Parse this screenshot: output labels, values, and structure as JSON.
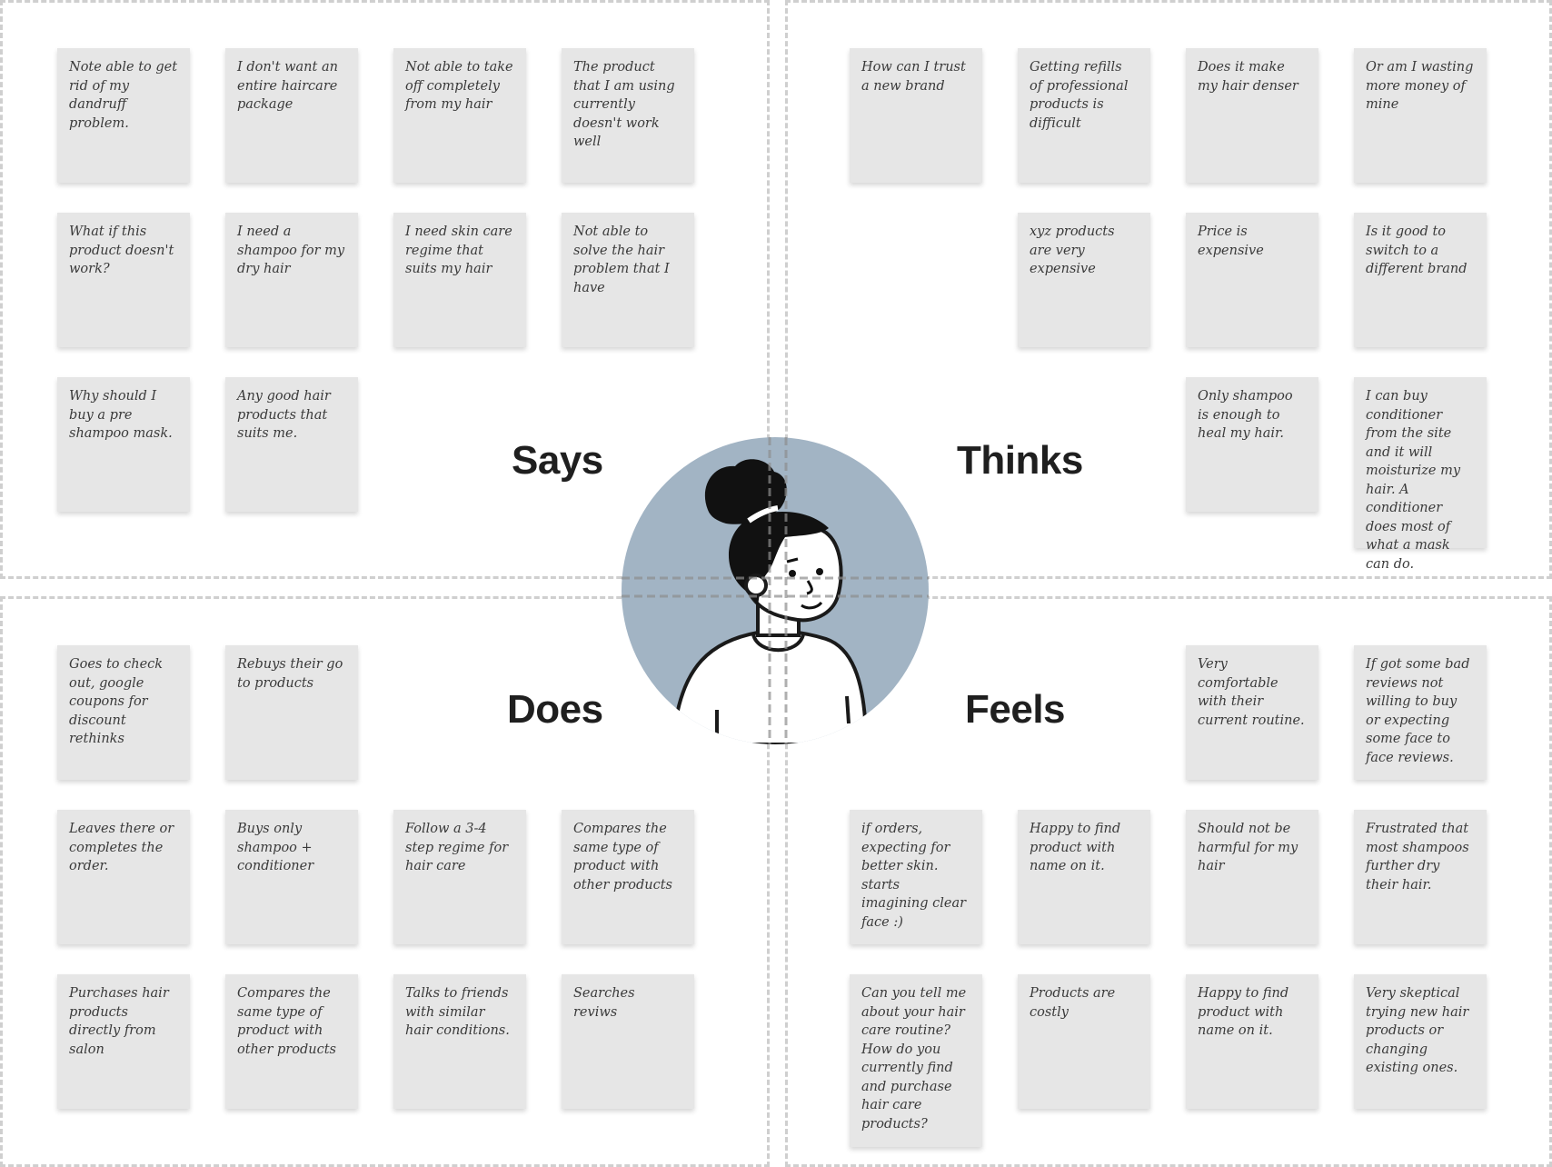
{
  "quadrants": {
    "says": {
      "label": "Says",
      "notes": [
        "Note able to get rid of my dandruff problem.",
        "I don't want an entire haircare package",
        "Not able to take off completely from my hair",
        "The product that I am using currently doesn't work well",
        "What if this product doesn't work?",
        "I need a shampoo for my dry hair",
        "I need skin care regime that suits my hair",
        "Not able to solve the hair problem that I have",
        "Why should I buy a pre shampoo mask.",
        "Any good hair products that suits me."
      ]
    },
    "thinks": {
      "label": "Thinks",
      "notes": [
        "How can I trust a new brand",
        "Getting refills of professional products is difficult",
        "Does it make my hair denser",
        "Or am I wasting more money of mine",
        "xyz products are very expensive",
        "Price is expensive",
        "Is it good to switch to a different brand",
        "Only shampoo is enough to heal my hair.",
        "I can buy conditioner from the site and it will moisturize my hair. A conditioner does most of what a mask can do."
      ]
    },
    "does": {
      "label": "Does",
      "notes": [
        "Goes to check out, google coupons for discount rethinks",
        "Rebuys their go to products",
        "Leaves there or completes the order.",
        "Buys only shampoo + conditioner",
        "Follow a 3-4 step regime for hair care",
        "Compares the same type of product with other products",
        "Purchases hair products directly from salon",
        "Compares the same type of product with other products",
        "Talks to friends with similar hair conditions.",
        "Searches reviws"
      ]
    },
    "feels": {
      "label": "Feels",
      "notes": [
        "Very comfortable with their current routine.",
        "If got some bad reviews not willing to buy or expecting some face to face reviews.",
        "if orders, expecting for better skin. starts imagining clear face :)",
        "Happy to find product with name on it.",
        "Should not be harmful for my hair",
        "Frustrated that most shampoos further dry their hair.",
        "Can you tell me about your hair care routine? How do you currently find and purchase hair care products?",
        "Products are costly",
        "Happy to find product with name on it.",
        "Very skeptical trying new hair products or changing existing ones."
      ]
    }
  },
  "colors": {
    "note_bg": "#e6e6e6",
    "avatar_bg": "#a2b4c4",
    "divider": "#cfcfcf"
  },
  "icons": {
    "avatar": "person-avatar-illustration"
  }
}
